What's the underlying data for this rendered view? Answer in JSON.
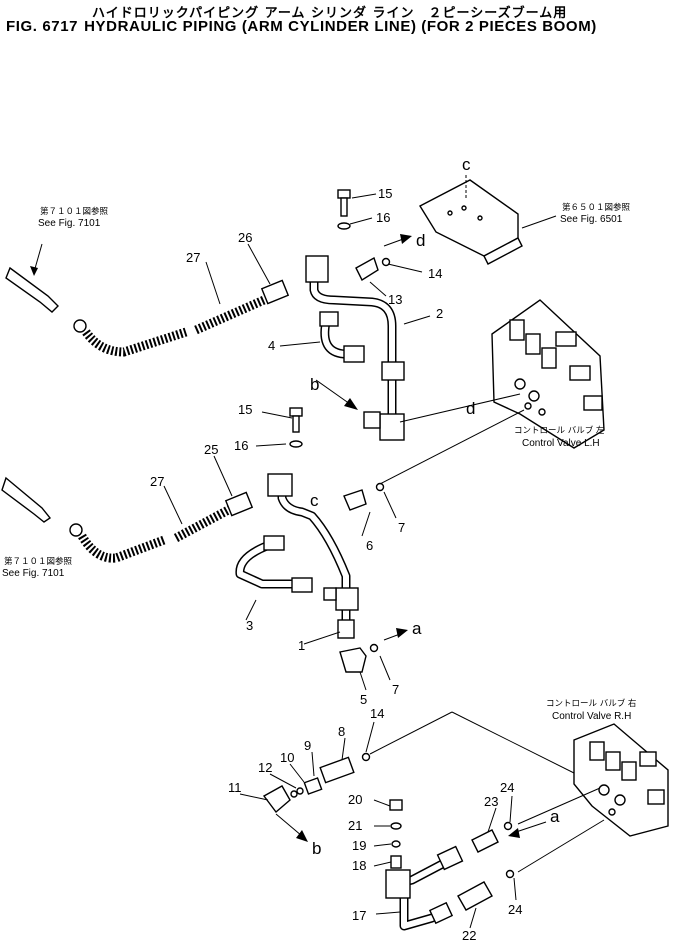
{
  "title": {
    "japanese": "ハイドロリックパイピング アーム シリンダ ライン　２ピーシーズブーム用",
    "fig_number": "FIG. 6717",
    "name": "HYDRAULIC PIPING (ARM CYLINDER LINE) (FOR 2 PIECES BOOM)"
  },
  "references": {
    "top_left_jp": "第７１０１図参照",
    "top_left_en": "See Fig. 7101",
    "bottom_left_jp": "第７１０１図参照",
    "bottom_left_en": "See Fig. 7101",
    "bracket_jp": "第６５０１図参照",
    "bracket_en": "See Fig. 6501",
    "valve_lh_jp": "コントロール バルブ 左",
    "valve_lh_en": "Control Valve L.H",
    "valve_rh_jp": "コントロール バルブ 右",
    "valve_rh_en": "Control Valve R.H"
  },
  "callouts": {
    "p1": "1",
    "p2": "2",
    "p3": "3",
    "p4": "4",
    "p5": "5",
    "p6": "6",
    "p7a": "7",
    "p7b": "7",
    "p8": "8",
    "p9": "9",
    "p10": "10",
    "p11": "11",
    "p12": "12",
    "p13": "13",
    "p14a": "14",
    "p14b": "14",
    "p15a": "15",
    "p15b": "15",
    "p16a": "16",
    "p16b": "16",
    "p17": "17",
    "p18": "18",
    "p19": "19",
    "p20": "20",
    "p21": "21",
    "p22": "22",
    "p23": "23",
    "p24a": "24",
    "p24b": "24",
    "p25": "25",
    "p26": "26",
    "p27a": "27",
    "p27b": "27"
  },
  "connection_letters": {
    "c_top": "c",
    "c_mid": "c",
    "d_top": "d",
    "d_valve": "d",
    "b_mid": "b",
    "b_bottom": "b",
    "a_mid": "a",
    "a_valve": "a"
  }
}
